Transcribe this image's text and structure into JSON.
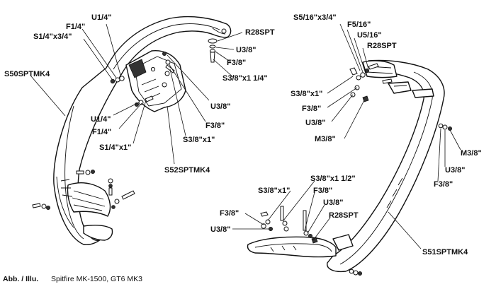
{
  "caption": {
    "prefix": "Abb. / Illu.",
    "text": "Spitfire MK-1500, GT6 MK3"
  },
  "labels": {
    "u14_top": "U1/4\"",
    "f14_top": "F1/4\"",
    "s14x34": "S1/4\"x3/4\"",
    "s50": "S50SPTMK4",
    "u14_mid": "U1/4\"",
    "f14_mid": "F1/4\"",
    "s14x1": "S1/4\"x1\"",
    "r28_l": "R28SPT",
    "u38_l1": "U3/8\"",
    "f38_l1": "F3/8\"",
    "s38x114": "S3/8\"x1 1/4\"",
    "u38_l2": "U3/8\"",
    "f38_l2": "F3/8\"",
    "s38x1_l": "S3/8\"x1\"",
    "s52": "S52SPTMK4",
    "s516x34": "S5/16\"x3/4\"",
    "f516": "F5/16\"",
    "u516": "U5/16\"",
    "r28_r": "R28SPT",
    "s38x1_r": "S3/8\"x1\"",
    "f38_r": "F3/8\"",
    "u38_r": "U3/8\"",
    "m38_r": "M3/8\"",
    "m38_far": "M3/8\"",
    "u38_far": "U3/8\"",
    "f38_far": "F3/8\"",
    "s38x1_b": "S3/8\"x1\"",
    "s38x112": "S3/8\"x1 1/2\"",
    "f38_b1": "F3/8\"",
    "u38_b1": "U3/8\"",
    "r28_b": "R28SPT",
    "f38_b2": "F3/8\"",
    "u38_b2": "U3/8\"",
    "s51": "S51SPTMK4"
  }
}
